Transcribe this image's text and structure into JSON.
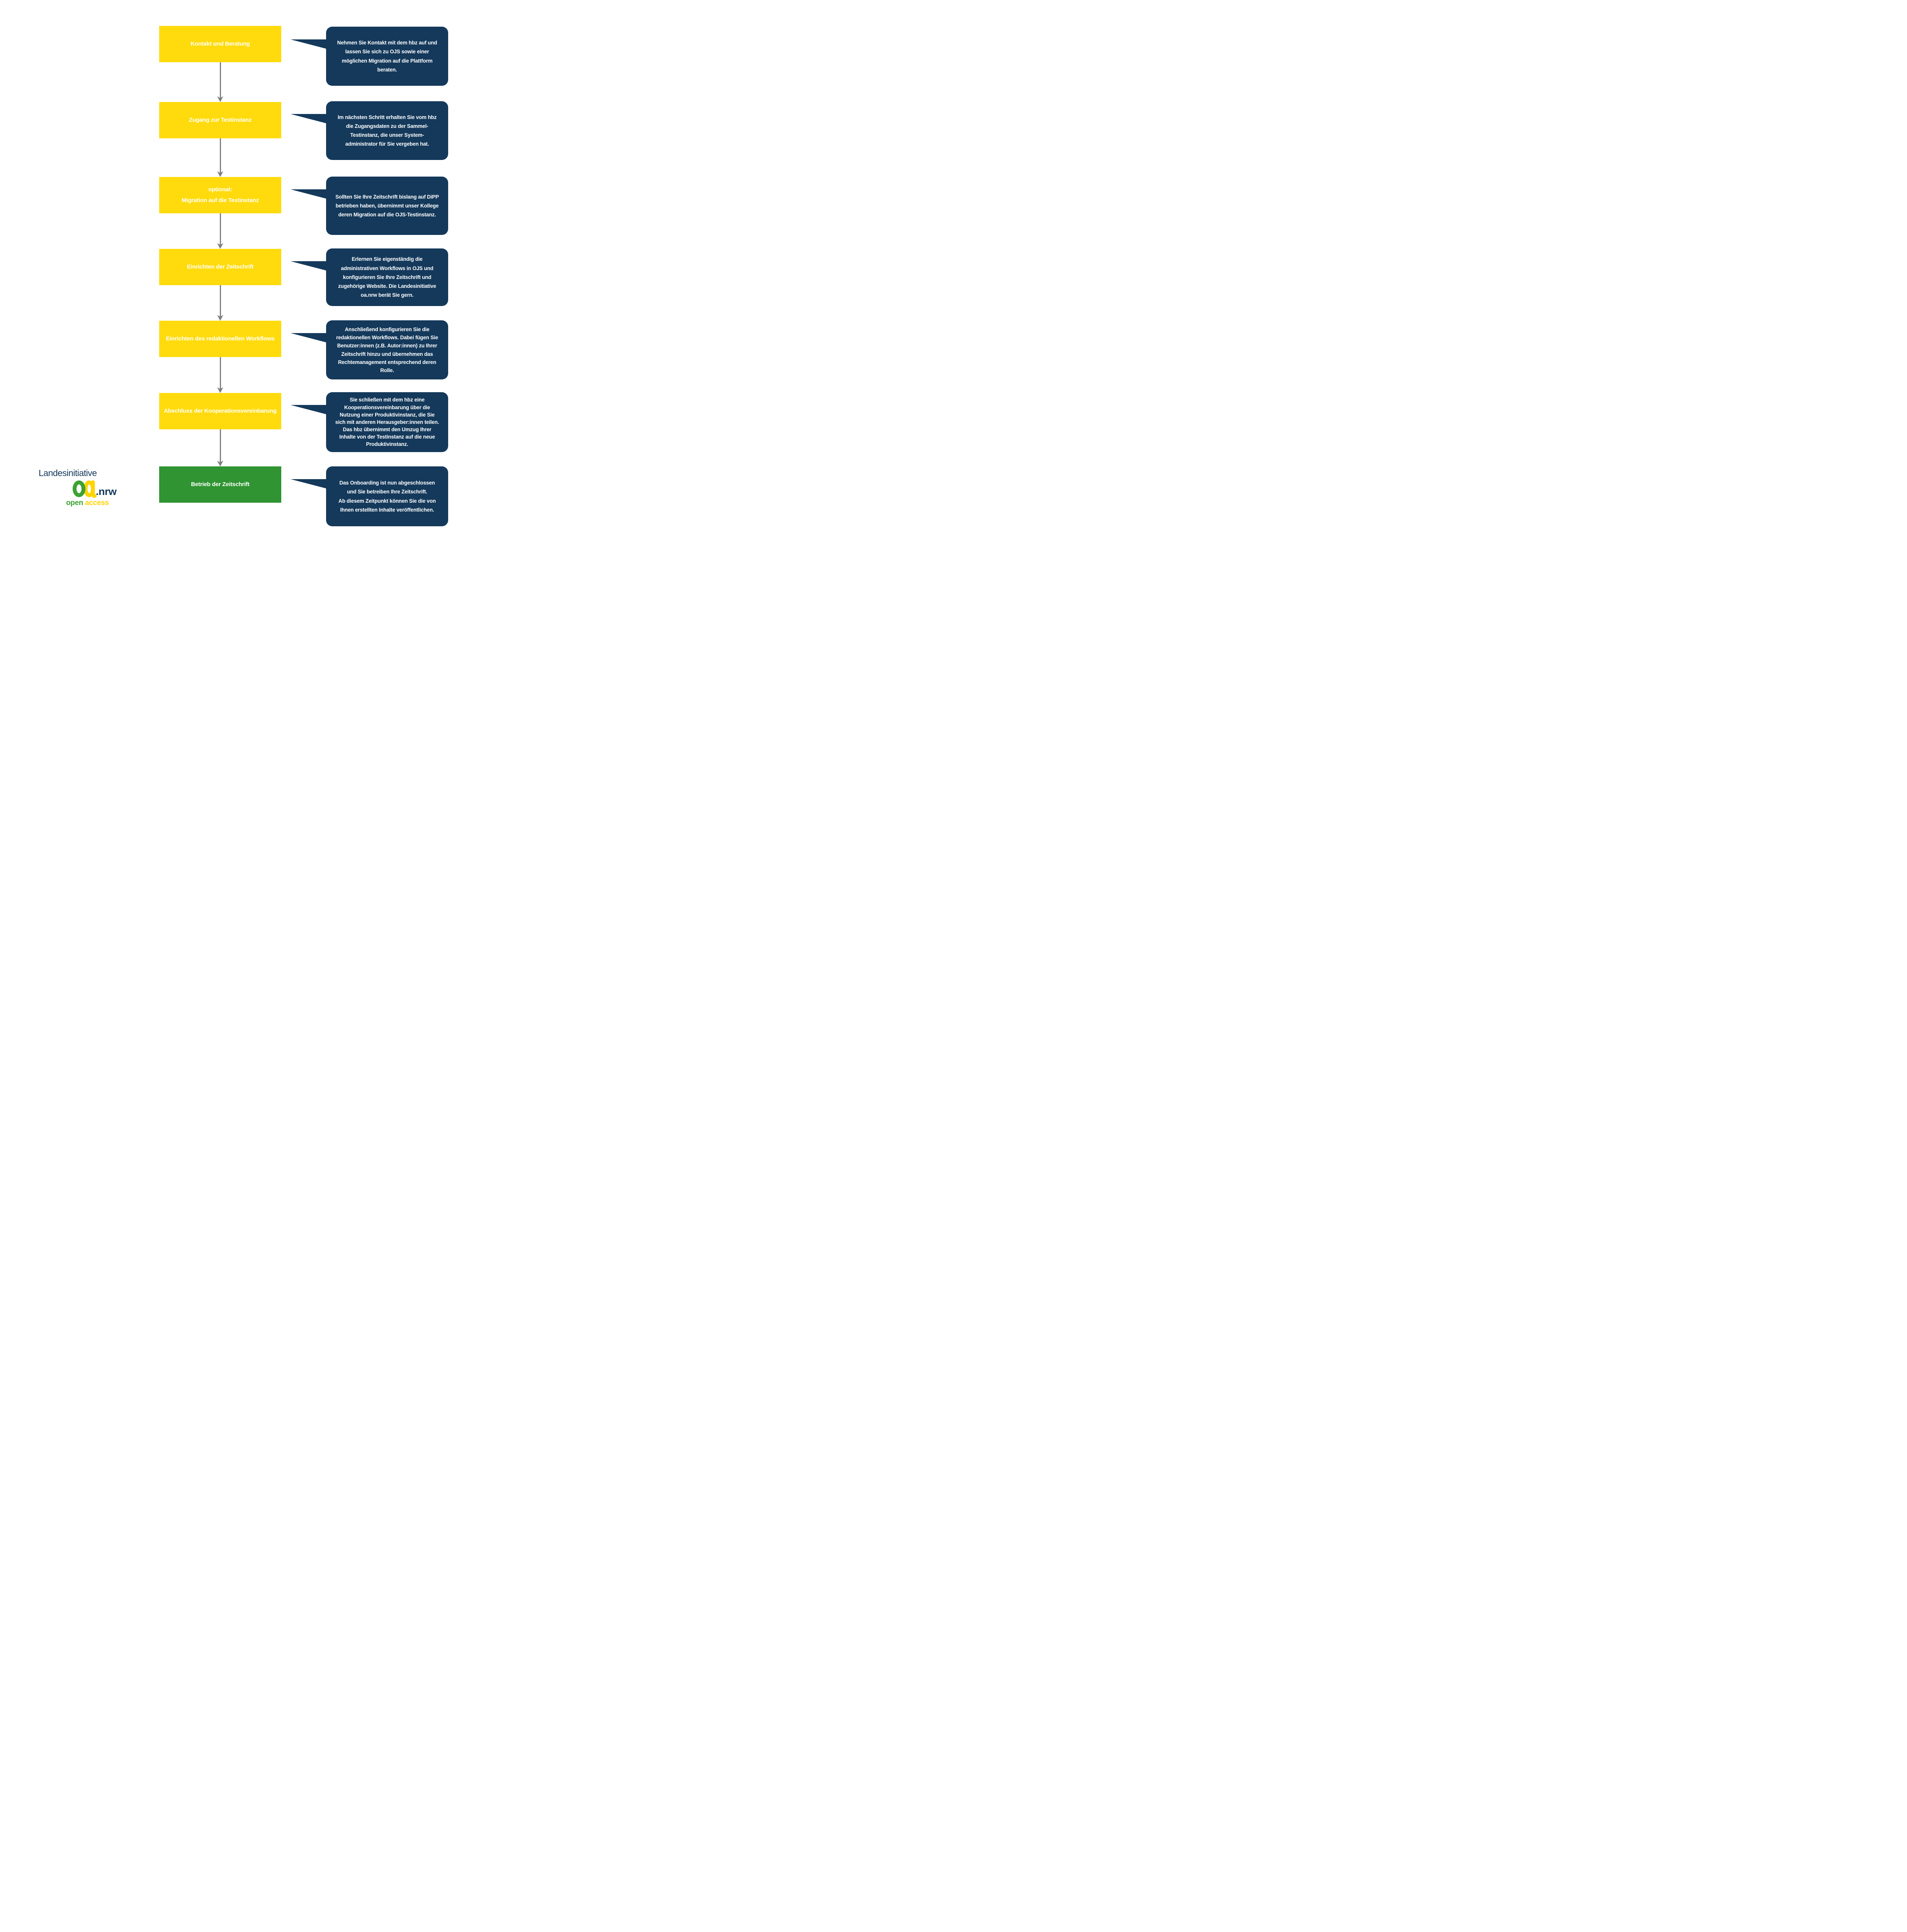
{
  "colors": {
    "box_yellow": "#FFDB0D",
    "box_green": "#2F9431",
    "callout_navy": "#14395B",
    "arrow_gray": "#7D7D7D",
    "logo_green": "#3DA233",
    "logo_yellow": "#FFD500",
    "logo_navy": "#14395B",
    "background": "#FFFFFF"
  },
  "steps": [
    {
      "label": "Kontakt und Beratung",
      "callout": "Nehmen Sie Kontakt mit dem hbz auf und lassen Sie sich zu OJS sowie einer möglichen Migration auf die Plattform beraten."
    },
    {
      "label": "Zugang zur Testinstanz",
      "callout": "Im nächsten Schritt erhalten Sie vom hbz die Zugangsdaten zu der Sammel-Testinstanz, die unser System-administrator für Sie vergeben hat."
    },
    {
      "label": "optional:\nMigration auf die Testinstanz",
      "callout": "Sollten Sie Ihre Zeitschrift bislang auf DiPP betrieben haben, übernimmt unser Kollege deren Migration auf die OJS-Testinstanz."
    },
    {
      "label": "Einrichten der Zeitschrift",
      "callout": "Erlernen Sie eigenständig die administrativen Workflows in OJS und konfigurieren Sie Ihre Zeitschrift und zugehörige Website. Die Landesinitiative oa.nrw berät Sie gern."
    },
    {
      "label": "Einrichten des redaktionellen Workflows",
      "callout": "Anschließend konfigurieren Sie die redaktionellen Workflows. Dabei fügen Sie Benutzer:innen (z.B. Autor:innen) zu Ihrer Zeitschrift hinzu und übernehmen das Rechtemanagement entsprechend deren Rolle."
    },
    {
      "label": "Abschluss der Kooperationsvereinbarung",
      "callout": "Sie schließen mit dem hbz eine Kooperationsvereinbarung über die Nutzung einer Produktivinstanz, die Sie sich mit anderen Herausgeber:innen teilen.\nDas hbz übernimmt den Umzug Ihrer Inhalte von der Testinstanz auf die neue Produktivinstanz."
    },
    {
      "label": "Betrieb der Zeitschrift",
      "callout": "Das Onboarding ist nun abgeschlossen und Sie betreiben Ihre Zeitschrift.\nAb diesem Zeitpunkt können Sie die von Ihnen erstellten Inhalte veröffentlichen."
    }
  ],
  "logo": {
    "line1": "Landesinitiative",
    "mark": "oa",
    "suffix": ".nrw",
    "open": "open",
    "access": "access"
  }
}
